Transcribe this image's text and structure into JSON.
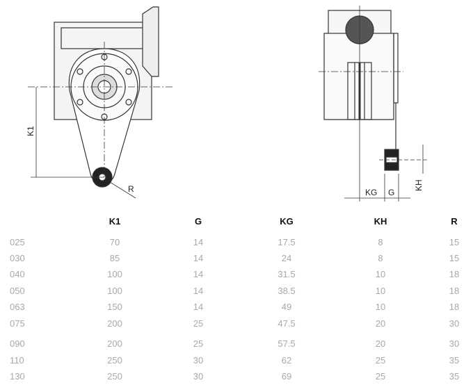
{
  "drawing_labels": {
    "k1": "K1",
    "r": "R",
    "kg": "KG",
    "g": "G",
    "kh": "KH"
  },
  "table": {
    "columns": [
      "K1",
      "G",
      "KG",
      "KH",
      "R"
    ],
    "rows": [
      {
        "size": "025",
        "values": [
          "70",
          "14",
          "17.5",
          "8",
          "15"
        ]
      },
      {
        "size": "030",
        "values": [
          "85",
          "14",
          "24",
          "8",
          "15"
        ]
      },
      {
        "size": "040",
        "values": [
          "100",
          "14",
          "31.5",
          "10",
          "18"
        ]
      },
      {
        "size": "050",
        "values": [
          "100",
          "14",
          "38.5",
          "10",
          "18"
        ]
      },
      {
        "size": "063",
        "values": [
          "150",
          "14",
          "49",
          "10",
          "18"
        ]
      },
      {
        "size": "075",
        "values": [
          "200",
          "25",
          "47.5",
          "20",
          "30"
        ]
      },
      {
        "size": "090",
        "values": [
          "200",
          "25",
          "57.5",
          "20",
          "30"
        ]
      },
      {
        "size": "110",
        "values": [
          "250",
          "30",
          "62",
          "25",
          "35"
        ]
      },
      {
        "size": "130",
        "values": [
          "250",
          "30",
          "69",
          "25",
          "35"
        ]
      }
    ]
  }
}
